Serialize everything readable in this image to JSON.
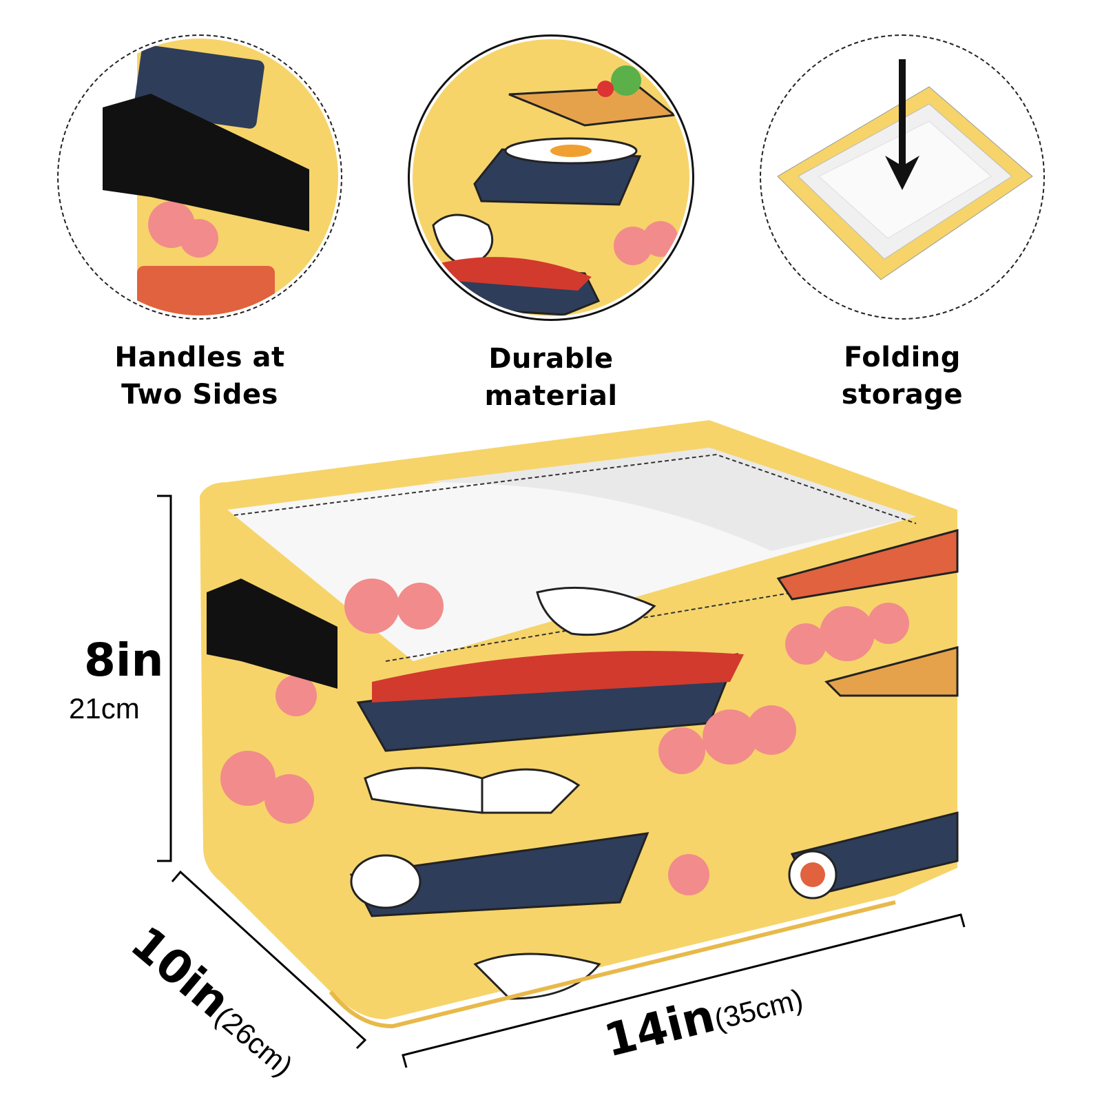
{
  "features": [
    {
      "line1": "Handles at",
      "line2": "Two Sides",
      "icon": "handle-closeup"
    },
    {
      "line1": "Durable",
      "line2": "material",
      "icon": "fabric-closeup"
    },
    {
      "line1": "Folding",
      "line2": "storage",
      "icon": "folding-arrow"
    }
  ],
  "dimensions": {
    "height_in": "8in",
    "height_cm": "21cm",
    "depth_in": "10in",
    "depth_cm": "(26cm)",
    "width_in": "14in",
    "width_cm": "(35cm)"
  },
  "colors": {
    "fabric": "#f6d46a",
    "nori": "#2e3d5a",
    "salmon": "#e0623f",
    "blossom": "#f28b8b",
    "handle": "#111111"
  }
}
